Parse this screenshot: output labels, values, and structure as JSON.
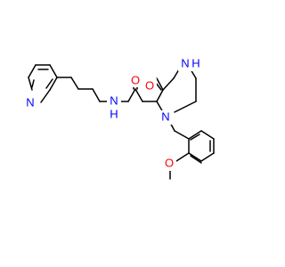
{
  "molecule": {
    "atoms": {
      "n_pyridine": "N",
      "n_amide": "N",
      "h_amide": "H",
      "o_amide": "O",
      "o_ketone": "O",
      "n_piperazine_nh": "N",
      "h_piperazine": "H",
      "n_piperazine": "N",
      "o_methoxy": "O"
    },
    "colors": {
      "bond": "#000000",
      "nitrogen": "#0000ff",
      "oxygen": "#ff0000"
    }
  }
}
